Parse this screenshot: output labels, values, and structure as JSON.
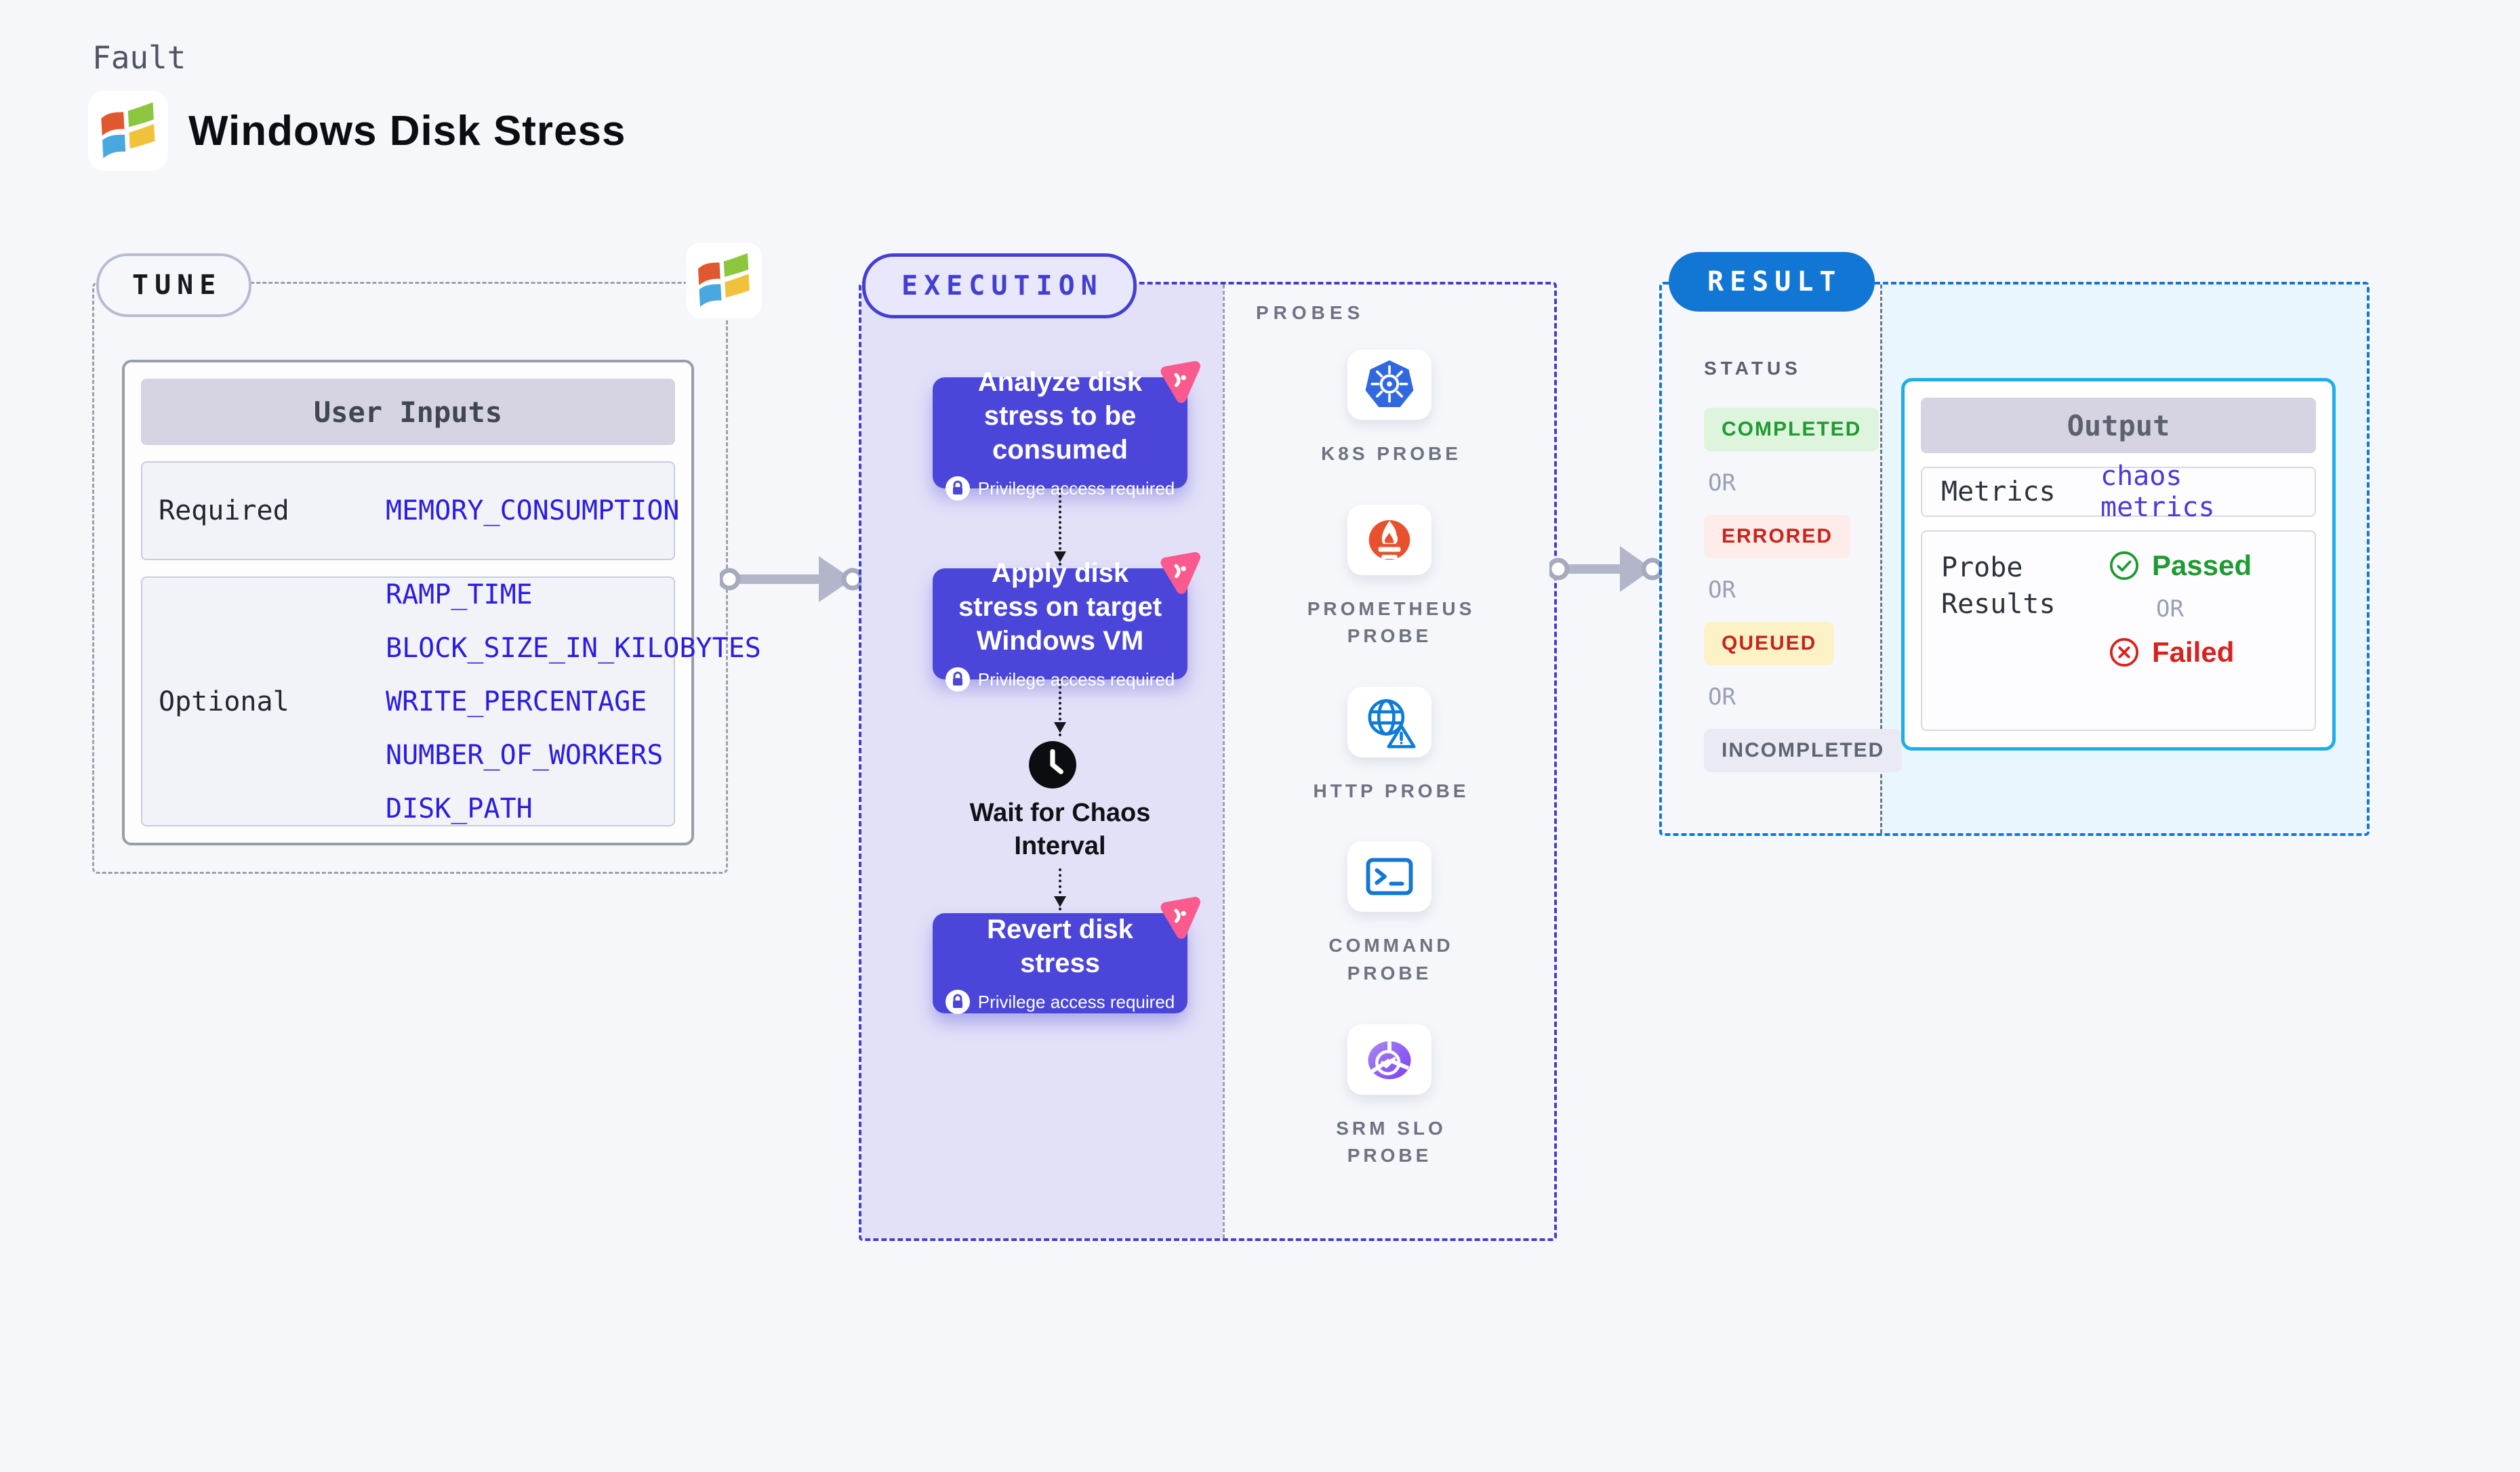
{
  "header": {
    "kicker": "Fault",
    "title": "Windows Disk Stress"
  },
  "tune": {
    "label": "TUNE",
    "user_inputs": {
      "title": "User Inputs",
      "required_label": "Required",
      "required_param": "MEMORY_CONSUMPTION",
      "optional_label": "Optional",
      "optional_params": [
        "RAMP_TIME",
        "BLOCK_SIZE_IN_KILOBYTES",
        "WRITE_PERCENTAGE",
        "NUMBER_OF_WORKERS",
        "DISK_PATH"
      ]
    }
  },
  "execution": {
    "label": "EXECUTION",
    "steps": [
      {
        "title": "Analyze disk stress to be consumed",
        "note": "Privilege access required"
      },
      {
        "title": "Apply disk stress on target Windows VM",
        "note": "Privilege access required"
      },
      {
        "title": "Revert disk stress",
        "note": "Privilege access required"
      }
    ],
    "wait_label": "Wait for Chaos Interval"
  },
  "probes": {
    "label": "PROBES",
    "items": [
      {
        "label": "K8S PROBE",
        "icon": "kubernetes-icon",
        "color": "#3168e0"
      },
      {
        "label": "PROMETHEUS PROBE",
        "icon": "prometheus-icon",
        "color": "#e8512d"
      },
      {
        "label": "HTTP PROBE",
        "icon": "http-globe-icon",
        "color": "#0f7bd8"
      },
      {
        "label": "COMMAND PROBE",
        "icon": "terminal-icon",
        "color": "#1278d3"
      },
      {
        "label": "SRM SLO PROBE",
        "icon": "slo-pie-icon",
        "color": "#7c3df2"
      }
    ]
  },
  "result": {
    "label": "RESULT",
    "status": {
      "title": "STATUS",
      "or_label": "OR",
      "badges": [
        {
          "label": "COMPLETED",
          "type": "success"
        },
        {
          "label": "ERRORED",
          "type": "error"
        },
        {
          "label": "QUEUED",
          "type": "warning"
        },
        {
          "label": "INCOMPLETED",
          "type": "neutral"
        }
      ]
    },
    "output": {
      "title": "Output",
      "metrics_label": "Metrics",
      "metrics_link": "chaos metrics",
      "probe_results_label": "Probe Results",
      "passed_label": "Passed",
      "or_label": "OR",
      "failed_label": "Failed"
    }
  },
  "colors": {
    "accent_indigo": "#4b46d9",
    "execution_border": "#433fd1",
    "result_blue": "#1176d4",
    "output_border": "#1fadea",
    "param_blue": "#2b1de0",
    "passed_green": "#1e9b31",
    "failed_red": "#d6231b",
    "chaos_pink": "#fa5a8e",
    "lavender": "#e3e1f8",
    "result_cyan": "#e9f6fd"
  }
}
